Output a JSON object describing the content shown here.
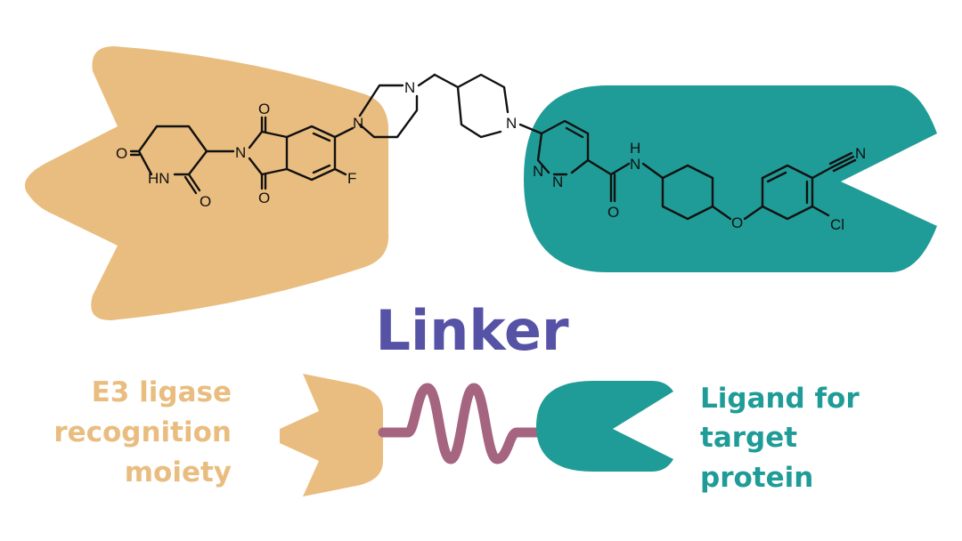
{
  "colors": {
    "e3_ligase": "#E9BD7F",
    "target_ligand": "#1F9C97",
    "linker_title": "#5653A6",
    "linker_wave": "#A5647F",
    "bonds": "#111111",
    "background": "#FFFFFF"
  },
  "title": "Linker",
  "legend": {
    "left_lines": [
      "E3 ligase",
      "recognition",
      "moiety"
    ],
    "right_lines": [
      "Ligand for",
      "target",
      "protein"
    ]
  },
  "atoms": {
    "O": "O",
    "N": "N",
    "HN": "HN",
    "F": "F",
    "NH_H": "H",
    "Cl": "Cl"
  }
}
